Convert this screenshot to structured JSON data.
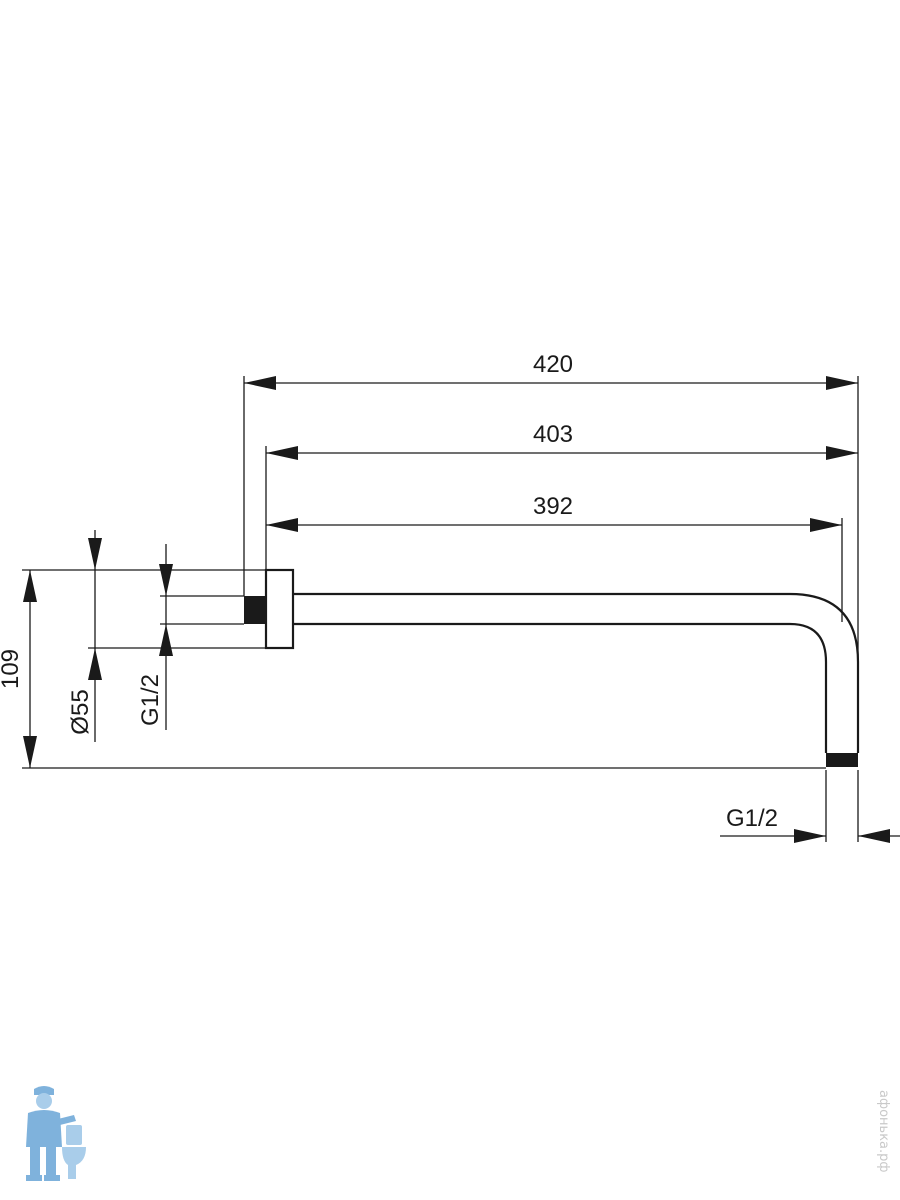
{
  "dimensions": {
    "overall_length": "420",
    "arm_length_from_flange": "403",
    "arm_straight_length": "392",
    "height": "109",
    "flange_diameter": "Ø55",
    "inlet_thread": "G1/2",
    "outlet_thread": "G1/2"
  },
  "watermark": "афонька.рф",
  "colors": {
    "line": "#1a1a1a",
    "mascot": "#7fb2dc",
    "watermark": "#c9c9c9"
  },
  "icons": {
    "mascot": "plumber-mascot-icon"
  }
}
